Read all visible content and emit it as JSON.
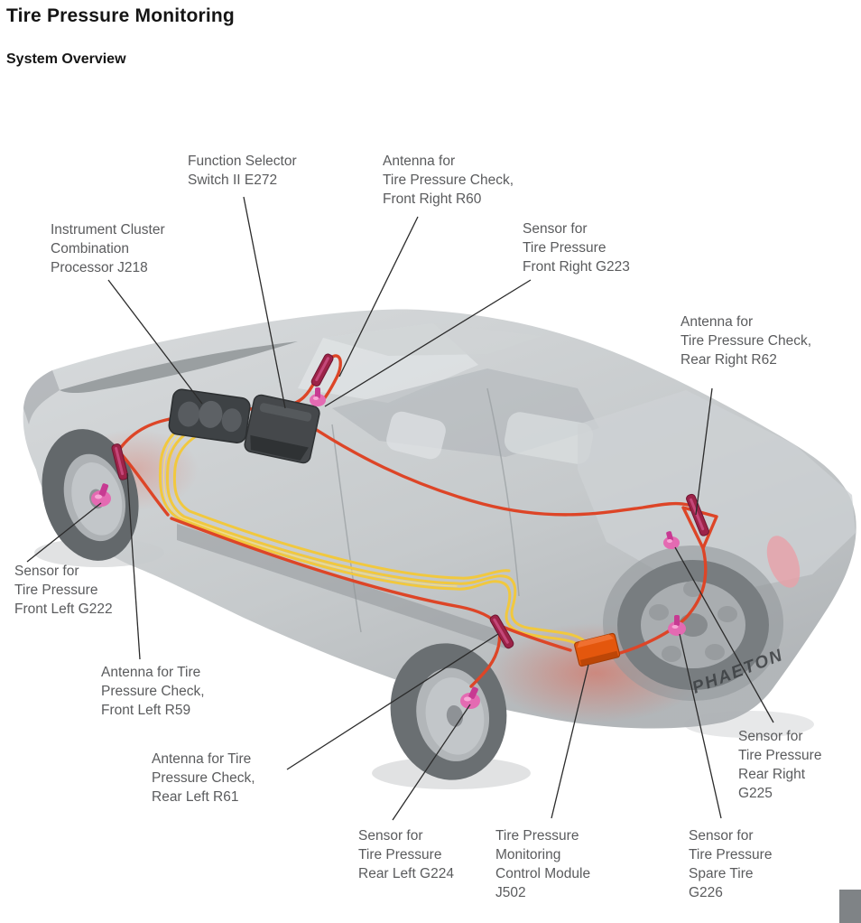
{
  "page": {
    "title": "Tire Pressure Monitoring",
    "subtitle": "System Overview"
  },
  "diagram": {
    "badge": "PHAETON",
    "labels": {
      "j218": {
        "text": "Instrument Cluster\nCombination\nProcessor J218"
      },
      "e272": {
        "text": "Function Selector\nSwitch II E272"
      },
      "r60": {
        "text": "Antenna for\nTire Pressure Check,\nFront Right R60"
      },
      "g223": {
        "text": "Sensor for\nTire Pressure\nFront Right G223"
      },
      "r62": {
        "text": "Antenna for\nTire Pressure Check,\nRear Right R62"
      },
      "g222": {
        "text": "Sensor for\nTire Pressure\nFront Left G222"
      },
      "r59": {
        "text": "Antenna for Tire\nPressure Check,\nFront Left R59"
      },
      "r61": {
        "text": "Antenna for Tire\nPressure Check,\nRear Left R61"
      },
      "g224": {
        "text": "Sensor for\nTire Pressure\nRear Left G224"
      },
      "j502": {
        "text": "Tire Pressure\nMonitoring\nControl Module\nJ502"
      },
      "g226": {
        "text": "Sensor for\nTire Pressure\nSpare Tire\nG226"
      },
      "g225": {
        "text": "Sensor for\nTire Pressure\nRear Right\nG225"
      }
    },
    "colors": {
      "wire_red": "#dd4527",
      "wire_yellow": "#f1c83e",
      "wire_yellow_light": "#f8df7a",
      "sensor_pink": "#e46ab2",
      "antenna_maroon": "#9c2348",
      "module_orange": "#e4570d",
      "label_text": "#5a5b5d"
    }
  }
}
